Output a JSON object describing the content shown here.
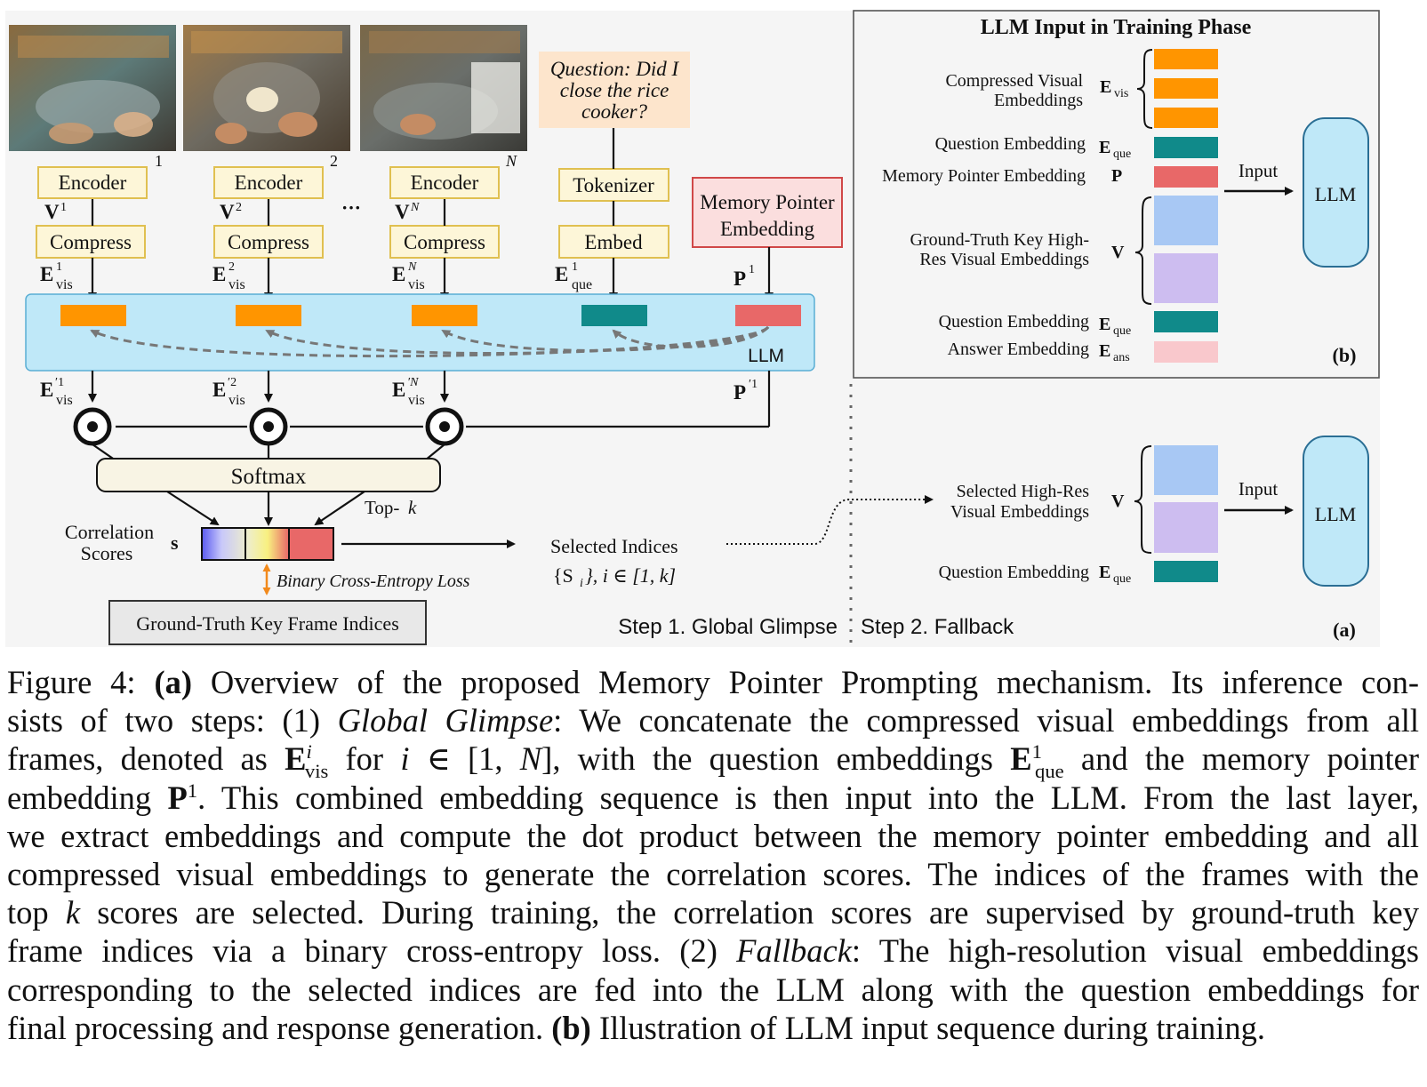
{
  "panel_a": {
    "frame_numbers": [
      "1",
      "2",
      "N"
    ],
    "encoder_label": "Encoder",
    "compress_label": "Compress",
    "ellipsis": "···",
    "question": [
      "Question: Did I",
      "close the rice",
      "cooker?"
    ],
    "tokenizer_label": "Tokenizer",
    "embed_label": "Embed",
    "memory_pointer_label": [
      "Memory Pointer",
      "Embedding"
    ],
    "llm_label": "LLM",
    "softmax_label": "Softmax",
    "topk_label": "Top-",
    "topk_var": "k",
    "correlation_label": [
      "Correlation",
      "Scores"
    ],
    "score_symbol": "s",
    "bce_label": "Binary Cross-Entropy Loss",
    "gt_indices_label": "Ground-Truth Key Frame Indices",
    "selected_indices_label": "Selected Indices",
    "selected_indices_set": "{S",
    "selected_indices_sub": "i",
    "selected_indices_rest": "}, i ∈ [1, k]",
    "step1_label": "Step 1. Global Glimpse",
    "step2_label": "Step 2. Fallback",
    "fallback_rows": {
      "selected_label": [
        "Selected High-Res",
        "Visual Embeddings"
      ],
      "selected_symbol": "V",
      "question_label": "Question Embedding",
      "input_label": "Input",
      "llm_label": "LLM"
    },
    "panel_tag": "(a)"
  },
  "panel_b": {
    "title": "LLM Input in Training Phase",
    "rows": {
      "compressed_visual": [
        "Compressed Visual",
        "Embeddings"
      ],
      "question": "Question Embedding",
      "memory_pointer": "Memory Pointer Embedding",
      "pointer_symbol": "P",
      "gt_key": [
        "Ground-Truth Key High-",
        "Res Visual Embeddings"
      ],
      "gt_symbol": "V",
      "question2": "Question Embedding",
      "answer": "Answer Embedding"
    },
    "input_label": "Input",
    "llm_label": "LLM",
    "panel_tag": "(b)"
  },
  "colors": {
    "visual_orange": "#ff9500",
    "question_teal": "#108a8a",
    "pointer_red": "#e86868",
    "answer_pink": "#f9c8cc",
    "hires_blue": "#a8c8f4",
    "hires_lilac": "#cdbdf0",
    "llm_band": "#bfe8f8",
    "llm_box": "#bfe8f8",
    "encoder_fill": "#fdf6d8",
    "encoder_border": "#e0c050",
    "question_bg": "#fde5cc",
    "memory_fill": "#fbdede",
    "memory_border": "#d04848"
  },
  "caption": {
    "fig_label": "Figure 4:",
    "a_tag": "(a)",
    "line1": "Overview of the proposed Memory Pointer Prompting mechanism. Its inference con-",
    "line2_a": "sists of two steps: (1)",
    "line2_italic": "Global Glimpse",
    "line2_b": ": We concatenate the compressed visual embeddings from all",
    "line3_a": "frames, denoted as",
    "line3_b": "for",
    "line3_c": ", with the question embeddings",
    "line3_d": "and the memory pointer",
    "line4_a": "embedding",
    "line4_b": ". This combined embedding sequence is then input into the LLM. From the last layer,",
    "line5": "we extract embeddings and compute the dot product between the memory pointer embedding and all",
    "line6": "compressed visual embeddings to generate the correlation scores. The indices of the frames with the",
    "line7_a": "top",
    "line7_k": "k",
    "line7_b": "scores are selected. During training, the correlation scores are supervised by ground-truth key",
    "line8_a": "frame indices via a binary cross-entropy loss. (2)",
    "line8_italic": "Fallback",
    "line8_b": ": The high-resolution visual embeddings",
    "line9": "corresponding to the selected indices are fed into the LLM along with the question embeddings for",
    "line10_a": "final processing and response generation.",
    "b_tag": "(b)",
    "line10_b": "Illustration of LLM input sequence during training."
  }
}
